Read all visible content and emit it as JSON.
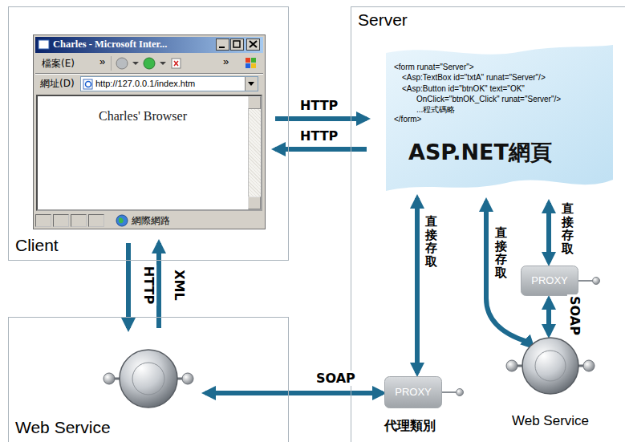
{
  "diagram": {
    "nodes": [
      {
        "text": [
          "Client"
        ]
      },
      {
        "text": [
          "Charles - Microsoft Inter...",
          "檔案(E)",
          "»",
          "»",
          "網址(D)",
          "http://127.0.0.1/index.htm",
          "Charles' Browser",
          "網際網路"
        ],
        "in": 0
      },
      {
        "text": [
          "Server"
        ]
      },
      {
        "text": [
          "<form runat=\"Server\">",
          "<Asp:TextBox id=\"txtA\" runat=\"Server\"/>",
          "<Asp:Button id=\"btnOK\" text=\"OK\" OnClick=\"btnOK_Click\" runat=\"Server\"/>",
          "...程式碼略",
          "</form>",
          "ASP.NET網頁"
        ],
        "in": 2
      },
      {
        "text": [
          "PROXY"
        ],
        "in": 2
      },
      {
        "text": [
          "Web Service"
        ],
        "in": 2
      },
      {
        "text": [
          "PROXY",
          "代理類別"
        ],
        "in": 2
      },
      {
        "text": [
          "Web Service"
        ]
      }
    ],
    "edges": [
      {
        "from": 1,
        "to": 3,
        "arrow": "to",
        "label": "HTTP"
      },
      {
        "from": 3,
        "to": 1,
        "arrow": "to",
        "label": "HTTP"
      },
      {
        "from": 0,
        "to": 7,
        "arrow": "to",
        "label": "HTTP"
      },
      {
        "from": 7,
        "to": 0,
        "arrow": "to",
        "label": "XML"
      },
      {
        "from": 7,
        "to": 6,
        "arrow": "both",
        "label": "SOAP"
      },
      {
        "from": 3,
        "to": 6,
        "arrow": "both",
        "label": "直接存取"
      },
      {
        "from": 3,
        "to": 5,
        "arrow": "both",
        "label": "直接存取"
      },
      {
        "from": 3,
        "to": 4,
        "arrow": "both",
        "label": "直接存取"
      },
      {
        "from": 4,
        "to": 5,
        "arrow": "both",
        "label": "SOAP"
      }
    ]
  }
}
